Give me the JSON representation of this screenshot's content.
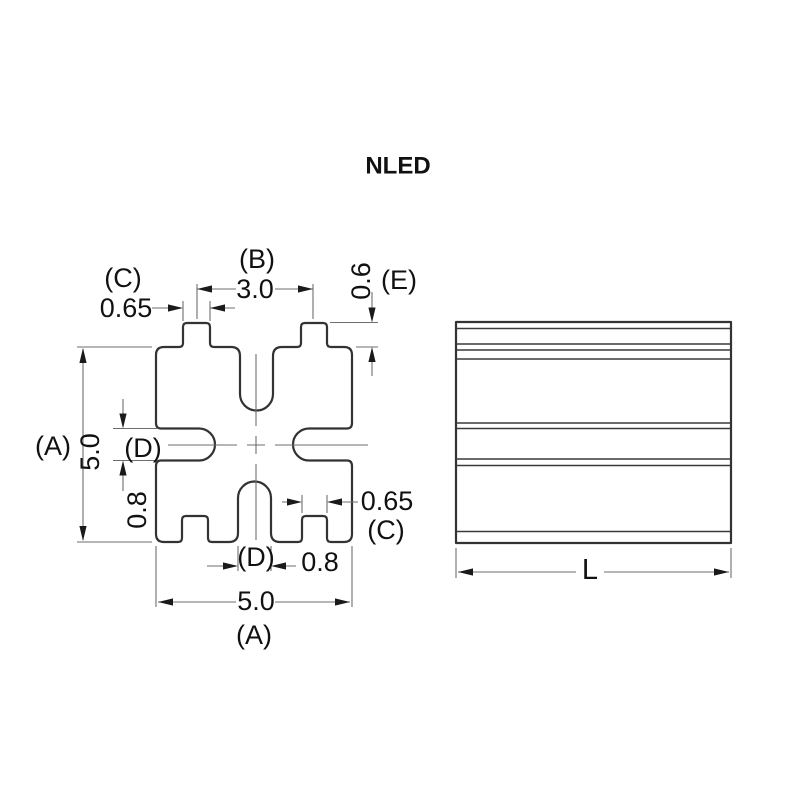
{
  "title": "NLED",
  "front_view": {
    "dim_c_top": {
      "label": "(C)",
      "value": "0.65"
    },
    "dim_b_top": {
      "label": "(B)",
      "value": "3.0"
    },
    "dim_e_top": {
      "label": "(E)",
      "value": "0.6"
    },
    "dim_a_left": {
      "label": "(A)",
      "value": "5.0"
    },
    "dim_d_left": {
      "label": "(D)",
      "value": "0.8"
    },
    "dim_c_bottom": {
      "label": "(C)",
      "value": "0.65"
    },
    "dim_d_bottom": {
      "label": "(D)",
      "value": "0.8"
    },
    "dim_a_bottom": {
      "label": "(A)",
      "value": "5.0"
    }
  },
  "side_view": {
    "dim_length": {
      "label": "L"
    }
  },
  "colors": {
    "background": "#ffffff",
    "outline": "#333333",
    "dimension_lines": "#6e6e6e",
    "text": "#111111"
  }
}
